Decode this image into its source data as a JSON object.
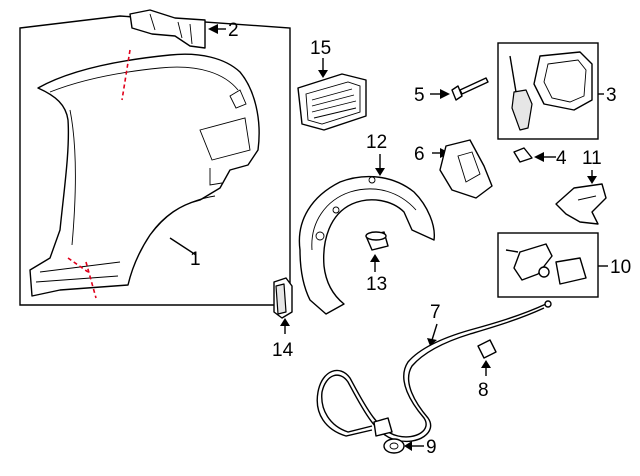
{
  "diagram": {
    "callouts": [
      {
        "id": "c1",
        "label": "1"
      },
      {
        "id": "c2",
        "label": "2"
      },
      {
        "id": "c3",
        "label": "3"
      },
      {
        "id": "c4",
        "label": "4"
      },
      {
        "id": "c5",
        "label": "5"
      },
      {
        "id": "c6",
        "label": "6"
      },
      {
        "id": "c7",
        "label": "7"
      },
      {
        "id": "c8",
        "label": "8"
      },
      {
        "id": "c9",
        "label": "9"
      },
      {
        "id": "c10",
        "label": "10"
      },
      {
        "id": "c11",
        "label": "11"
      },
      {
        "id": "c12",
        "label": "12"
      },
      {
        "id": "c13",
        "label": "13"
      },
      {
        "id": "c14",
        "label": "14"
      },
      {
        "id": "c15",
        "label": "15"
      }
    ],
    "colors": {
      "line": "#000000",
      "cut_line": "#e0001b",
      "part_fill": "#ffffff",
      "shade": "#e6e6e6"
    }
  }
}
